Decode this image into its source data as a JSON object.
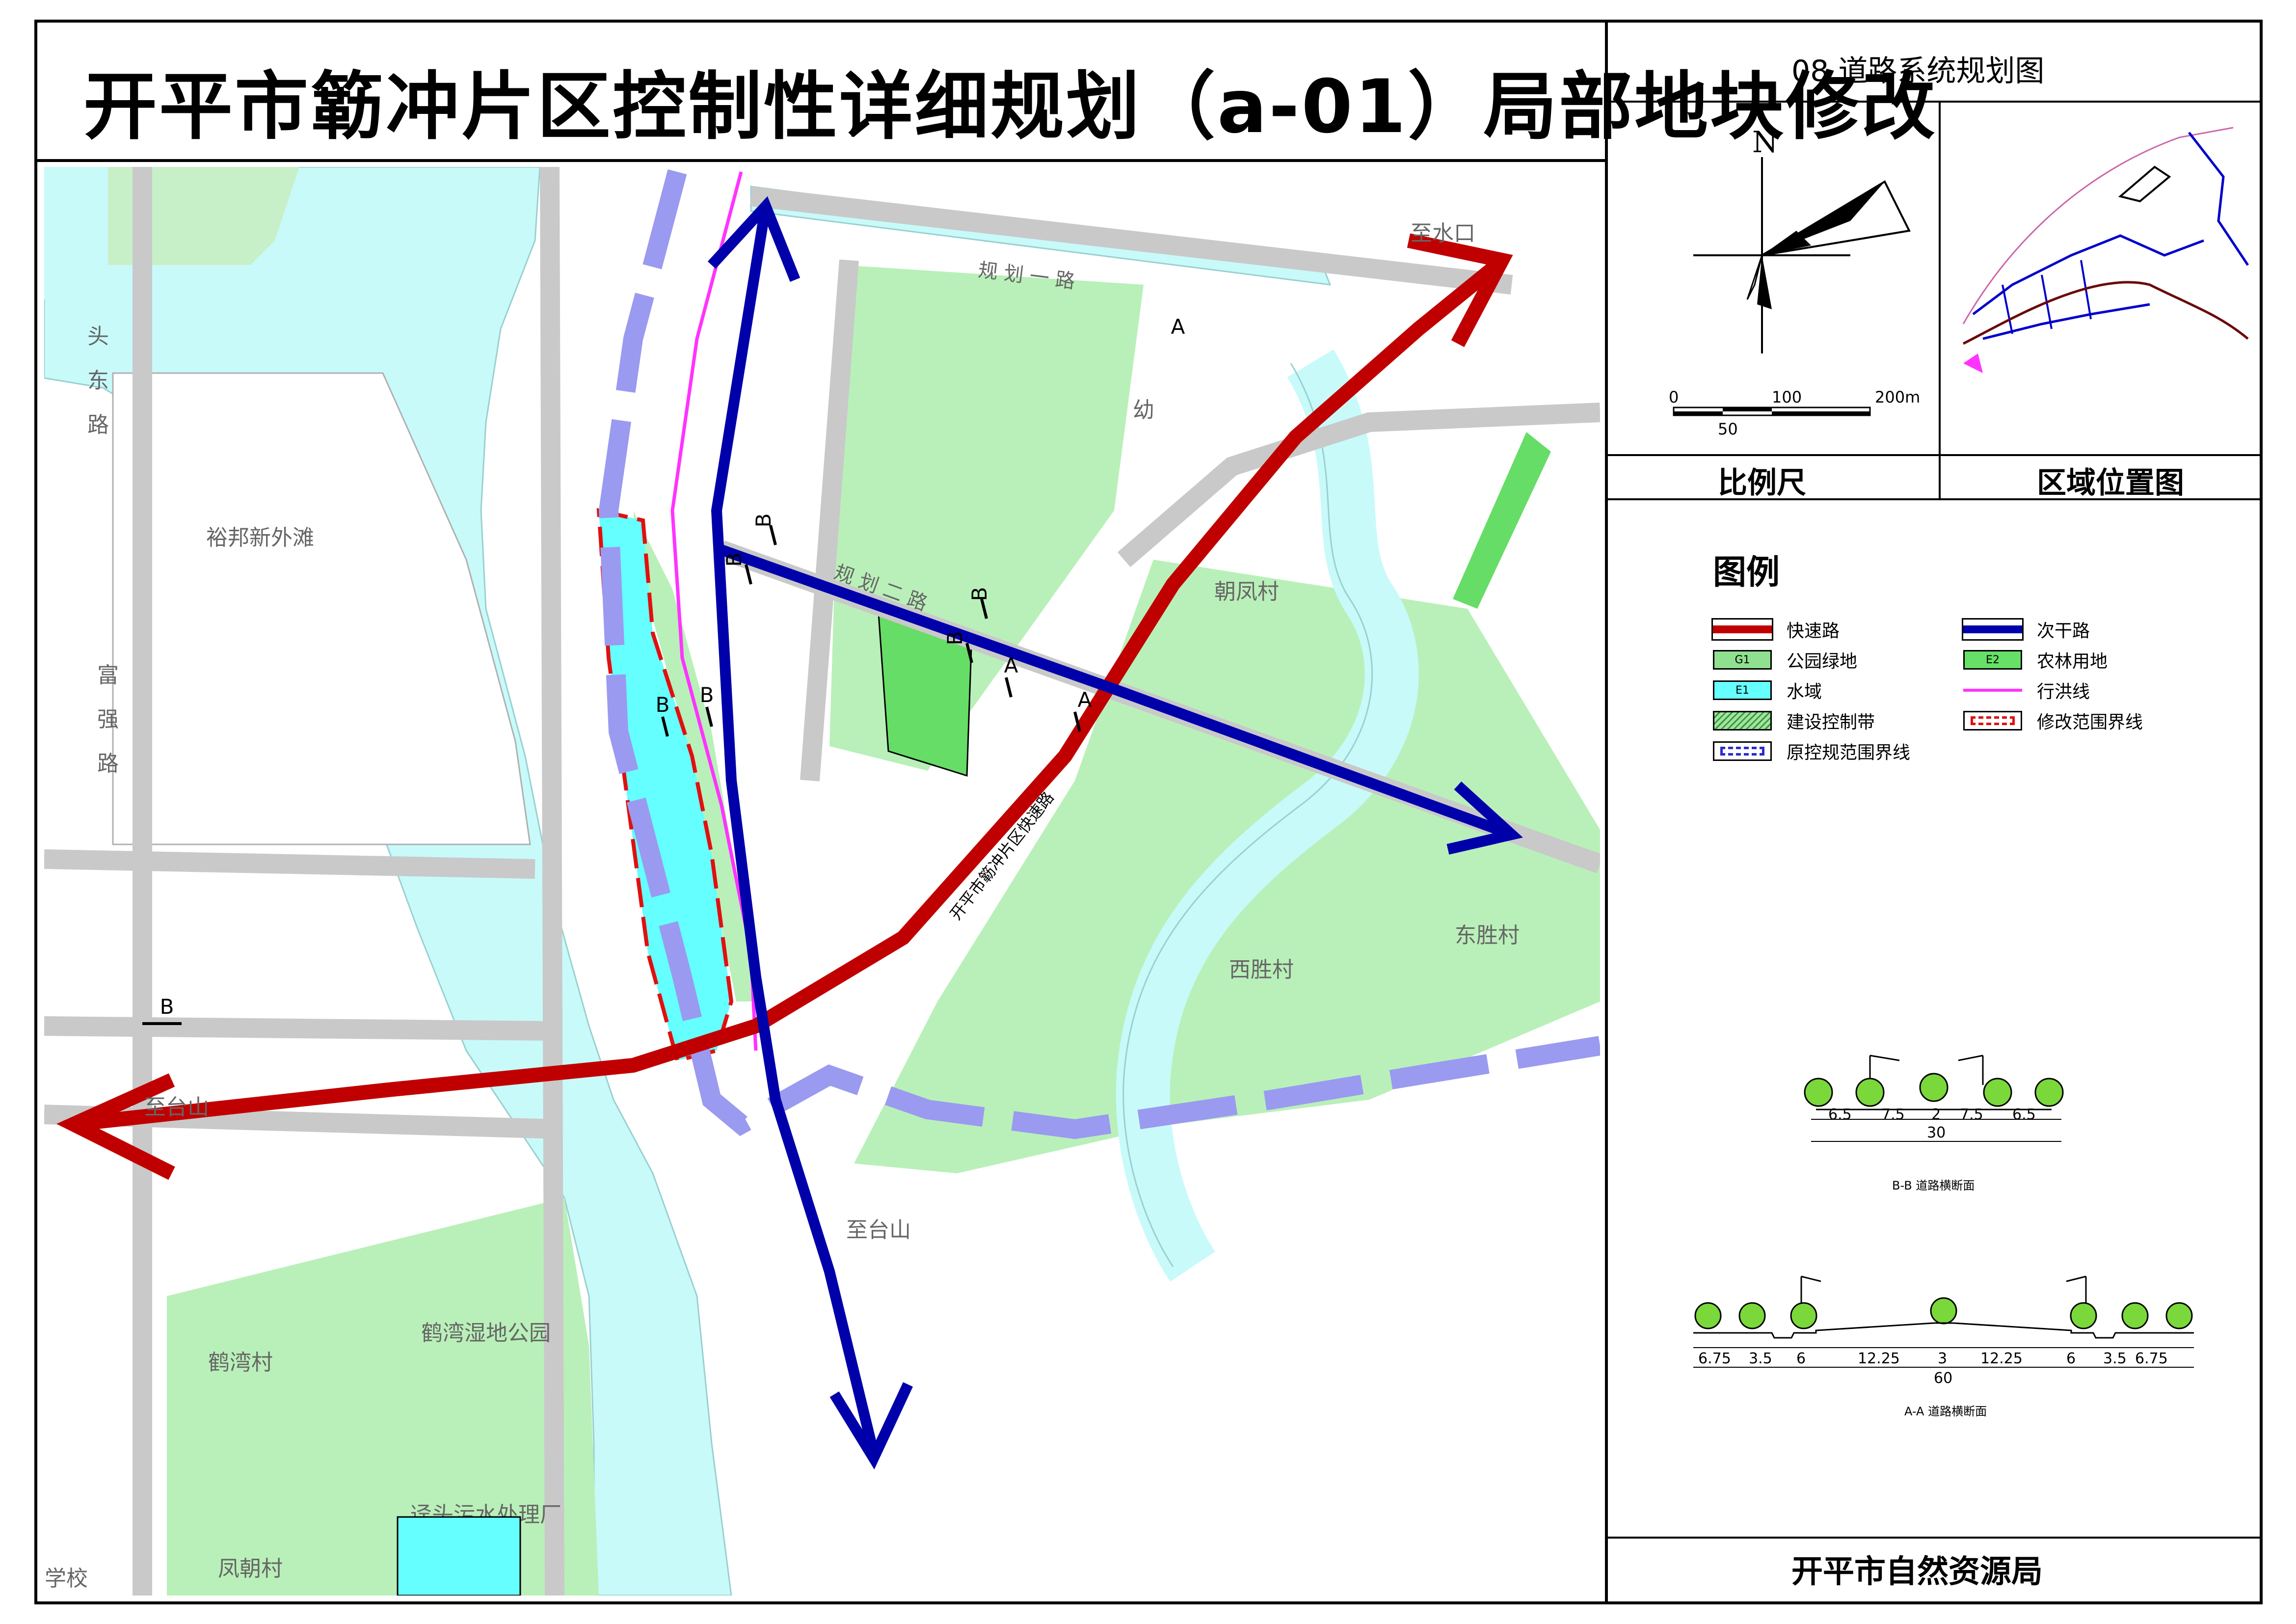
{
  "title": "开平市簕冲片区控制性详细规划（a-01）局部地块修改",
  "sheet_title": "08 道路系统规划图",
  "compass_label": "N",
  "scale": {
    "label": "比例尺",
    "ticks": [
      "0",
      "100",
      "200m"
    ],
    "sub_tick": "50"
  },
  "region_label": "区域位置图",
  "legend": {
    "title": "图例",
    "items": [
      {
        "label": "快速路",
        "code": "",
        "color": "#c00000"
      },
      {
        "label": "公园绿地",
        "code": "G1",
        "color": "#8fe08f"
      },
      {
        "label": "水域",
        "code": "E1",
        "color": "#66ffff"
      },
      {
        "label": "建设控制带",
        "code": "",
        "color": "#a6e0a6"
      },
      {
        "label": "原控规范围界线",
        "code": "",
        "color": "#2a2ad0"
      },
      {
        "label": "次干路",
        "code": "",
        "color": "#0000aa"
      },
      {
        "label": "农林用地",
        "code": "E2",
        "color": "#66e066"
      },
      {
        "label": "行洪线",
        "code": "",
        "color": "#ff33ff"
      },
      {
        "label": "修改范围界线",
        "code": "",
        "color": "#e01010"
      }
    ]
  },
  "sections": {
    "bb": {
      "caption": "B-B 道路横断面",
      "dims": [
        "6.5",
        "7.5",
        "2",
        "7.5",
        "6.5"
      ],
      "total": "30"
    },
    "aa": {
      "caption": "A-A 道路横断面",
      "dims": [
        "6.75",
        "3.5",
        "6",
        "12.25",
        "3",
        "12.25",
        "6",
        "3.5",
        "6.75"
      ],
      "total": "60"
    }
  },
  "issuer": "开平市自然资源局",
  "map_labels": {
    "road_toudong": [
      "头",
      "东",
      "路"
    ],
    "road_fuqiang": [
      "富",
      "强",
      "路"
    ],
    "yubang": "裕邦新外滩",
    "chaofeng": "朝凤村",
    "xisheng": "西胜村",
    "dongsheng": "东胜村",
    "hewan_village": "鹤湾村",
    "hewan_park": "鹤湾湿地公园",
    "fengchao": "凤朝村",
    "sewage": "迳头污水处理厂",
    "school": "学校",
    "to_taishan": "至台山",
    "to_taishan_left": "至台山",
    "shuikou": "至水口",
    "road_guihua_1": "规 划 一 路",
    "road_guihua_2": "规 划 二 路",
    "kindergarten": "幼",
    "expressway": "开平市簕冲片区快速路",
    "road_letters": [
      "B",
      "B",
      "B",
      "B",
      "B",
      "B",
      "A",
      "A",
      "B",
      "A"
    ]
  },
  "colors": {
    "expressway": "#c00000",
    "secondary": "#0000aa",
    "water": "#c8fafa",
    "water_cyan": "#66ffff",
    "green": "#b9f0b9",
    "green_dark": "#66dd66",
    "boundary_dash": "#9a9af0"
  }
}
